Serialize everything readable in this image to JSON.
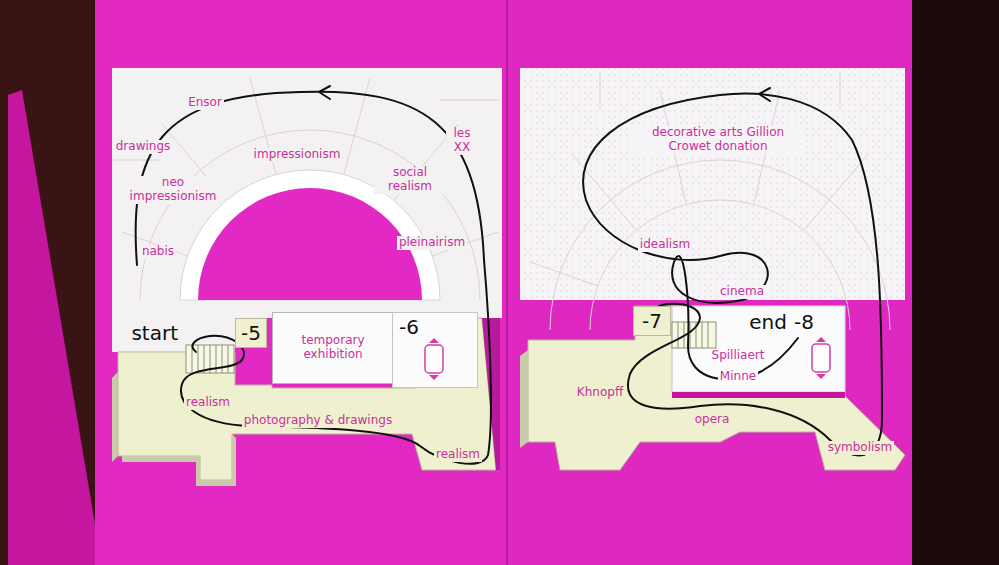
{
  "diagram": {
    "nodes": [
      {
        "text": [
          "temporary exhibition"
        ]
      },
      {
        "text": [
          "start",
          "-5"
        ]
      },
      {
        "text": [
          "-6"
        ]
      },
      {
        "text": [
          "-7"
        ]
      }
    ],
    "labels": [
      "Ensor",
      "les XX",
      "drawings",
      "impressionism",
      "neo impressionism",
      "social realism",
      "nabis",
      "pleinairism",
      "realism",
      "photography & drawings",
      "realism",
      "decorative arts Gillion Crowet donation",
      "idealism",
      "cinema",
      "Spilliaert",
      "Minne",
      "Khnopff",
      "opera",
      "symbolism",
      "end",
      "-8"
    ]
  }
}
